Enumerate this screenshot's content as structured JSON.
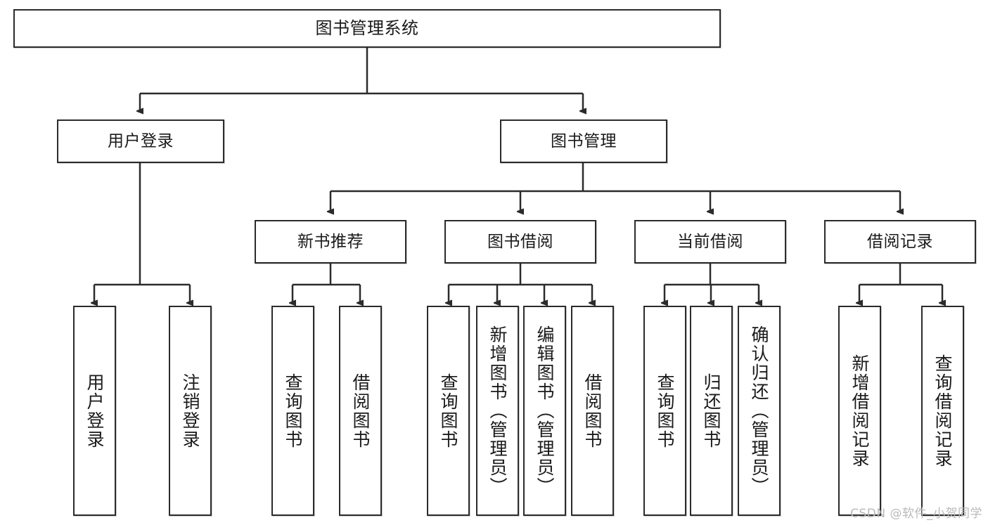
{
  "diagram": {
    "title": "图书管理系统",
    "watermark": "CSDN @软件_小贺同学",
    "line_color": "#2b2b2b",
    "box_fill": "#ffffff",
    "text_color": "#1a1a1a",
    "nodes": {
      "root": "图书管理系统",
      "user_login": "用户登录",
      "book_manage": "图书管理",
      "new_book_rec": "新书推荐",
      "book_borrow": "图书借阅",
      "current_borrow": "当前借阅",
      "borrow_record": "借阅记录",
      "leaf_user_login": "用户登录",
      "leaf_user_logout": "注销登录",
      "leaf_rec_query": "查询图书",
      "leaf_rec_borrow": "借阅图书",
      "leaf_borrow_query": "查询图书",
      "leaf_borrow_add": "新增图书（管理员）",
      "leaf_borrow_edit": "编辑图书（管理员）",
      "leaf_borrow_lend": "借阅图书",
      "leaf_cur_query": "查询图书",
      "leaf_cur_return": "归还图书",
      "leaf_cur_confirm": "确认归还（管理员）",
      "leaf_rec_add": "新增借阅记录",
      "leaf_rec_search": "查询借阅记录"
    }
  }
}
